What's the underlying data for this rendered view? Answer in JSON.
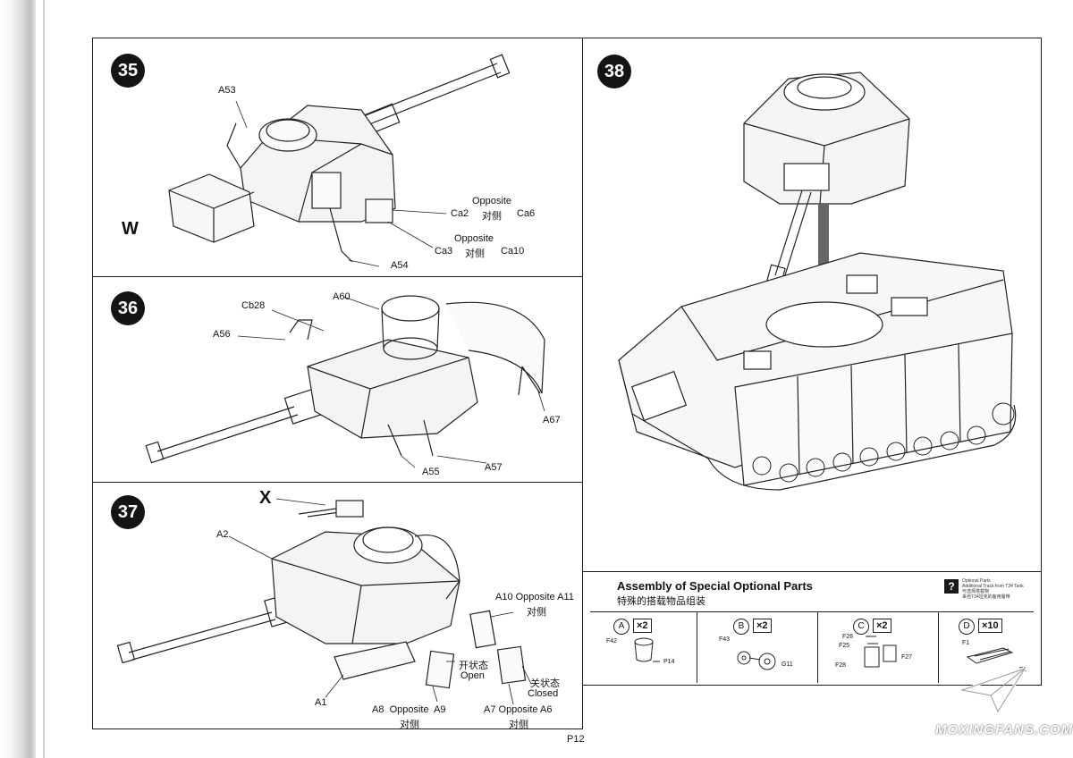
{
  "steps": [
    {
      "number": "35",
      "labels": [
        "A53",
        "W",
        "Opposite",
        "对侧",
        "Ca2",
        "Ca6",
        "Opposite",
        "Ca3",
        "对侧",
        "Ca10",
        "A54"
      ]
    },
    {
      "number": "36",
      "labels": [
        "Cb28",
        "A60",
        "A56",
        "A67",
        "A55",
        "A57"
      ]
    },
    {
      "number": "37",
      "labels": [
        "X",
        "A2",
        "A10 Opposite A11",
        "对侧",
        "开状态",
        "Open",
        "关状态",
        "Closed",
        "A1",
        "A8  Opposite  A9",
        "对侧",
        "A7 Opposite A6",
        "对侧"
      ]
    },
    {
      "number": "38",
      "labels": []
    }
  ],
  "optional": {
    "title": "Assembly of Special Optional Parts",
    "subtitle": "特殊的搭载物品组装",
    "note_mark": "?",
    "note_lines": [
      "Optional Parts",
      "Additional Track from T34 Tank",
      "可选择搭载物",
      "来自T34坦克的备用履带"
    ],
    "cells": [
      {
        "letter": "A",
        "multiplier": "×2",
        "parts": [
          "F42",
          "P14"
        ]
      },
      {
        "letter": "B",
        "multiplier": "×2",
        "parts": [
          "F43",
          "G11"
        ]
      },
      {
        "letter": "C",
        "multiplier": "×2",
        "parts": [
          "F26",
          "F25",
          "F28",
          "F27"
        ]
      },
      {
        "letter": "D",
        "multiplier": "×10",
        "parts": [
          "F1",
          "F2"
        ]
      }
    ]
  },
  "page_number": "P12",
  "watermark": "MOXINGFANS.COM"
}
